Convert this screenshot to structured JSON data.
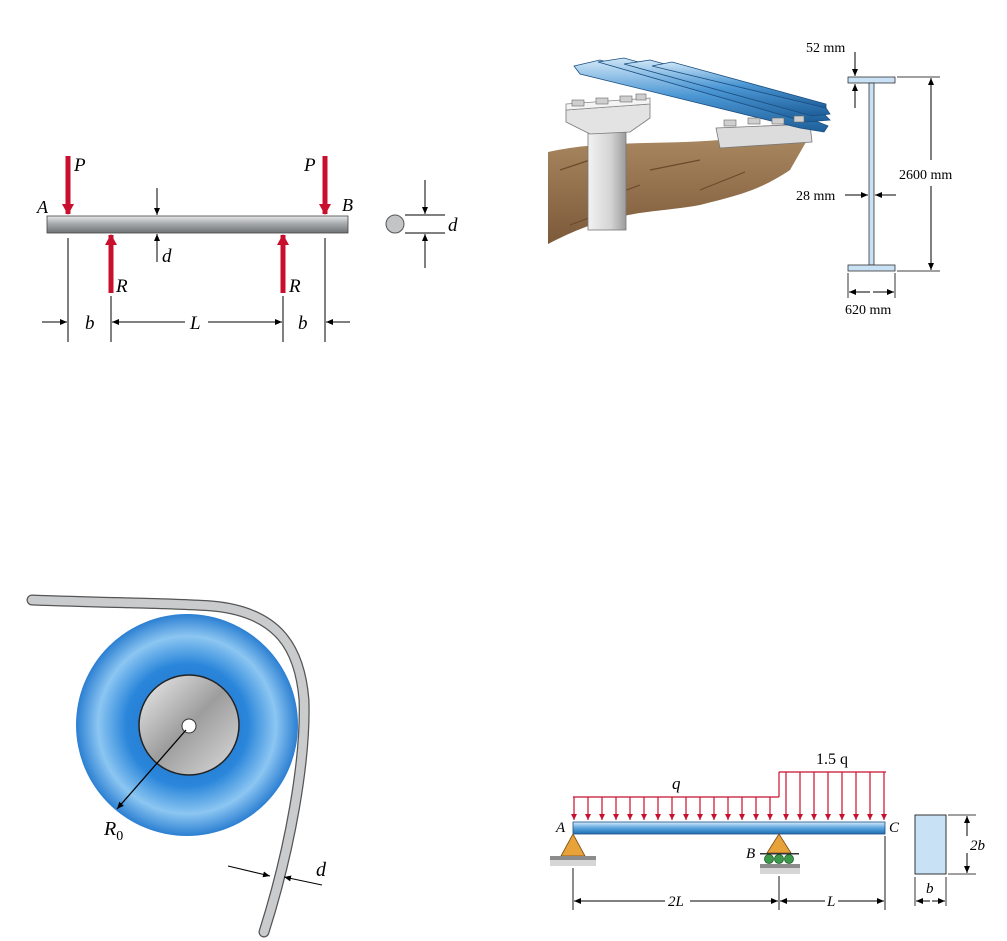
{
  "fig1": {
    "load_label_left": "P",
    "load_label_right": "P",
    "end_label_a": "A",
    "end_label_b": "B",
    "reaction_label_left": "R",
    "reaction_label_right": "R",
    "dim_b_left": "b",
    "dim_l": "L",
    "dim_b_right": "b",
    "diameter_label": "d",
    "section_diameter_label": "d"
  },
  "fig2": {
    "flange_thickness": "52 mm",
    "web_thickness": "28 mm",
    "depth": "2600 mm",
    "flange_width": "620 mm"
  },
  "fig3": {
    "radius_label": "R",
    "radius_subscript": "0",
    "thickness_label": "d"
  },
  "fig4": {
    "load_q": "q",
    "load_15q": "1.5 q",
    "support_a": "A",
    "support_b": "B",
    "end_c": "C",
    "span_2l": "2L",
    "span_l": "L",
    "section_height": "2b",
    "section_width": "b"
  },
  "colors": {
    "load_arrow": "#c8102e",
    "beam_steel": "#b0b3b6",
    "girder_blue": "#6ea8d8",
    "coil_blue": "#3d8fd6",
    "support_orange": "#e8a23a",
    "roller_green": "#3a9a4a",
    "ground_brown": "#9b7b58"
  }
}
